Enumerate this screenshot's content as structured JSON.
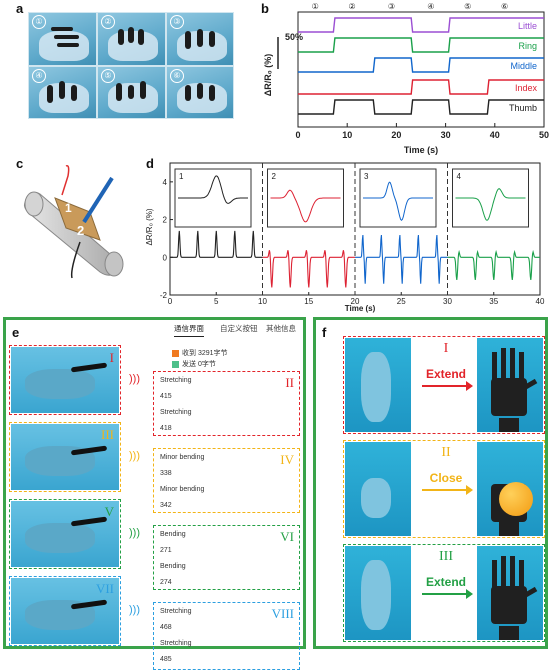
{
  "labels": {
    "a": "a",
    "b": "b",
    "c": "c",
    "d": "d",
    "e": "e",
    "f": "f"
  },
  "panel_a": {
    "tiles": [
      "①",
      "②",
      "③",
      "④",
      "⑤",
      "⑥"
    ]
  },
  "panel_c": {
    "n1": "1",
    "n2": "2"
  },
  "chart_data": [
    {
      "type": "line",
      "panel": "b",
      "xlabel": "Time (s)",
      "ylabel": "ΔR/R₀ (%)",
      "scale_bar": "50%",
      "xlim": [
        0,
        50
      ],
      "xticks": [
        0,
        10,
        20,
        30,
        40,
        50
      ],
      "top_markers": [
        "①",
        "②",
        "③",
        "④",
        "⑤",
        "⑥"
      ],
      "series": [
        {
          "name": "Little",
          "color": "#9b4fd3",
          "points": [
            [
              0,
              0
            ],
            [
              7.2,
              0
            ],
            [
              7.5,
              1
            ],
            [
              23,
              1
            ],
            [
              23.3,
              0
            ],
            [
              30.6,
              0
            ],
            [
              30.9,
              1
            ],
            [
              50,
              1
            ]
          ]
        },
        {
          "name": "Ring",
          "color": "#1aa04a",
          "points": [
            [
              0,
              0
            ],
            [
              7.2,
              0
            ],
            [
              7.5,
              1
            ],
            [
              23,
              1
            ],
            [
              23.3,
              0
            ],
            [
              30.6,
              0
            ],
            [
              30.9,
              1
            ],
            [
              50,
              1
            ]
          ]
        },
        {
          "name": "Middle",
          "color": "#1166cc",
          "points": [
            [
              0,
              0
            ],
            [
              15.3,
              0
            ],
            [
              15.6,
              1
            ],
            [
              23,
              1
            ],
            [
              23.3,
              0
            ],
            [
              30.6,
              0
            ],
            [
              30.9,
              1
            ],
            [
              50,
              1
            ]
          ]
        },
        {
          "name": "Index",
          "color": "#dd2233",
          "points": [
            [
              0,
              0
            ],
            [
              23,
              0
            ],
            [
              23.3,
              1
            ],
            [
              30.6,
              1
            ],
            [
              30.9,
              0
            ],
            [
              38.5,
              0
            ],
            [
              38.8,
              1
            ],
            [
              50,
              1
            ]
          ]
        },
        {
          "name": "Thumb",
          "color": "#222222",
          "points": [
            [
              0,
              0
            ],
            [
              7.2,
              0
            ],
            [
              7.5,
              1
            ],
            [
              15.3,
              1
            ],
            [
              15.6,
              0
            ],
            [
              23,
              0
            ],
            [
              23.3,
              1
            ],
            [
              30.6,
              1
            ],
            [
              30.9,
              0
            ],
            [
              38.5,
              0
            ],
            [
              38.8,
              1
            ],
            [
              50,
              1
            ]
          ]
        }
      ]
    },
    {
      "type": "line",
      "panel": "d",
      "xlabel": "Time (s)",
      "ylabel": "ΔR/R₀ (%)",
      "xlim": [
        0,
        40
      ],
      "ylim": [
        -2,
        5
      ],
      "xticks": [
        0,
        5,
        10,
        15,
        20,
        25,
        30,
        35,
        40
      ],
      "yticks": [
        -2,
        0,
        2,
        4
      ],
      "dividers": [
        10,
        20,
        30
      ],
      "insets": [
        "1",
        "2",
        "3",
        "4"
      ],
      "series": [
        {
          "color": "#222222",
          "range": [
            0,
            10
          ]
        },
        {
          "color": "#dd2233",
          "range": [
            10,
            20
          ]
        },
        {
          "color": "#1166cc",
          "range": [
            20,
            30
          ]
        },
        {
          "color": "#1aa04a",
          "range": [
            30,
            40
          ]
        }
      ]
    }
  ],
  "panel_e": {
    "tabs": [
      "通信界面",
      "自定义按钮",
      "其他信息"
    ],
    "rx": "收到 3291字节",
    "tx": "发送 0字节",
    "rows": [
      {
        "roman_photo": "I",
        "roman_msg": "II",
        "lines": [
          "Stretching",
          "415",
          "Stretching",
          "418"
        ],
        "color": "#e2242a"
      },
      {
        "roman_photo": "III",
        "roman_msg": "IV",
        "lines": [
          "Minor bending",
          "338",
          "Minor bending",
          "342"
        ],
        "color": "#f2b417"
      },
      {
        "roman_photo": "V",
        "roman_msg": "VI",
        "lines": [
          "Bending",
          "271",
          "Bending",
          "274"
        ],
        "color": "#23a045"
      },
      {
        "roman_photo": "VII",
        "roman_msg": "VIII",
        "lines": [
          "Stretching",
          "468",
          "Stretching",
          "485"
        ],
        "color": "#2c9fe0"
      }
    ]
  },
  "panel_f": {
    "rows": [
      {
        "roman": "I",
        "action": "Extend",
        "color": "#e2242a"
      },
      {
        "roman": "II",
        "action": "Close",
        "color": "#f2b417"
      },
      {
        "roman": "III",
        "action": "Extend",
        "color": "#23a045"
      }
    ]
  }
}
